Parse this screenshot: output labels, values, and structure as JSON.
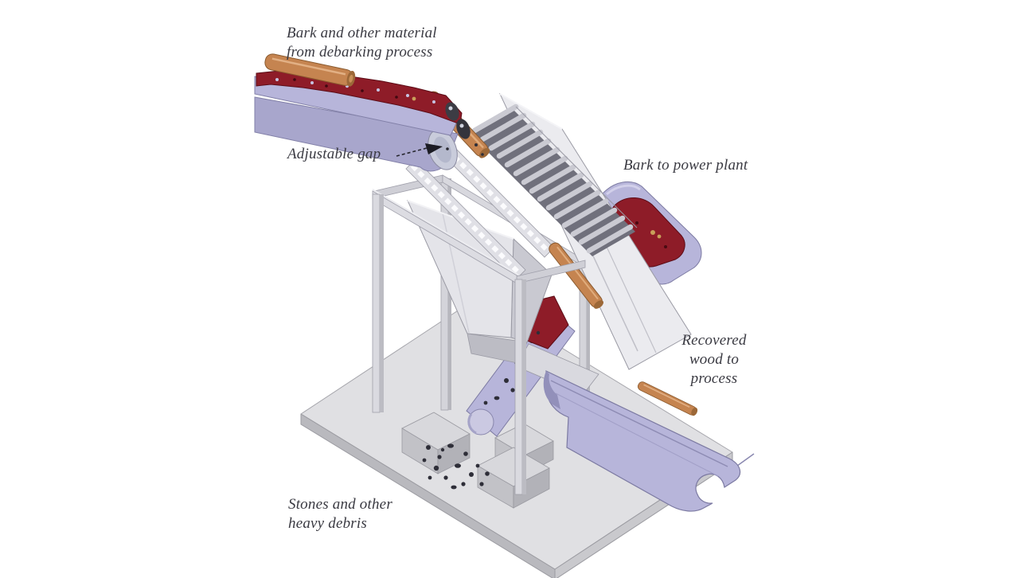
{
  "labels": {
    "infeed": "Bark and other material\nfrom debarking process",
    "adjustable_gap": "Adjustable gap",
    "bark_output": "Bark to power plant",
    "recovered_wood": "Recovered\nwood to process",
    "stones": "Stones and other\nheavy debris"
  },
  "icons": {
    "adjustable_gap_arrow": "dashed-arrow-pointing-right"
  },
  "colors": {
    "belt": "#b7b5da",
    "belt_shade": "#a8a6cc",
    "bark": "#8e1c28",
    "log": "#c58450",
    "machine": "#ebebef",
    "platform": "#e0e0e3",
    "stone": "#2e2e38",
    "text": "#3a3a42",
    "background": "#ffffff"
  }
}
